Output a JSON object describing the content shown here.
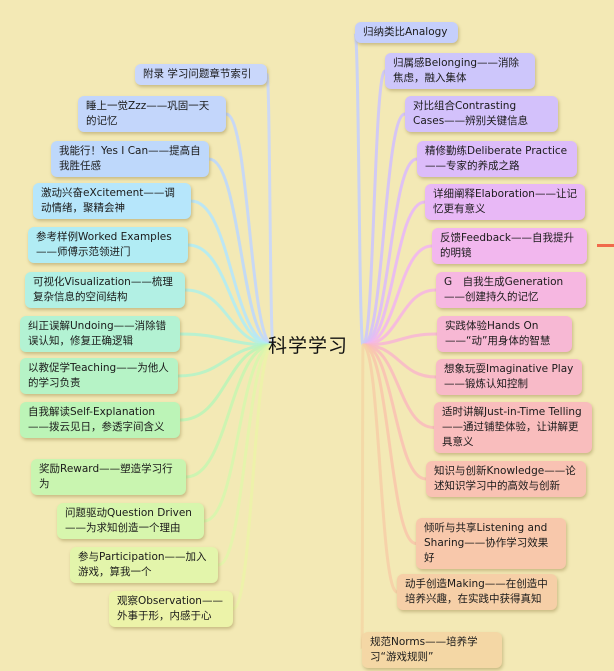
{
  "center": {
    "label": "科学学习"
  },
  "palette": {
    "link": "#b7a8e8",
    "accent_arrow": "#f06a4a"
  },
  "left_branches": [
    {
      "text": "附录 学习问题章节索引",
      "color": "#c9d7fb"
    },
    {
      "text": "睡上一觉Zzz——巩固一天的记忆",
      "color": "#c3d6fb"
    },
    {
      "text": "我能行！Yes I Can——提高自我胜任感",
      "color": "#bed8fb"
    },
    {
      "text": "激动兴奋eXcitement——调动情绪，聚精会神",
      "color": "#b6e6fb"
    },
    {
      "text": "参考样例Worked Examples——师傅示范领进门",
      "color": "#b1ecf4"
    },
    {
      "text": "可视化Visualization——梳理复杂信息的空间结构",
      "color": "#b2f0e4"
    },
    {
      "text": "纠正误解Undoing——消除错误认知，修复正确逻辑",
      "color": "#b3f2d3"
    },
    {
      "text": "以教促学Teaching——为他人的学习负责",
      "color": "#b6f3c6"
    },
    {
      "text": "自我解读Self-Explanation——拨云见日，参透字间含义",
      "color": "#bcf4b7"
    },
    {
      "text": "奖励Reward——塑造学习行为",
      "color": "#c9f5b0"
    },
    {
      "text": "问题驱动Question Driven——为求知创造一个理由",
      "color": "#d7f6ad"
    },
    {
      "text": "参与Participation——加入游戏，算我一个",
      "color": "#e3f5ab"
    },
    {
      "text": "观察Observation——外事于形，内感于心",
      "color": "#ecf3a9"
    }
  ],
  "right_branches": [
    {
      "text": "归纳类比Analogy",
      "color": "#c5cffb"
    },
    {
      "text": "归属感Belonging——消除焦虑，融入集体",
      "color": "#cdc6fb"
    },
    {
      "text": "对比组合Contrasting Cases——辨别关键信息",
      "color": "#d3c1fb"
    },
    {
      "text": "精修勤练Deliberate Practice——专家的养成之路",
      "color": "#dcbcfa"
    },
    {
      "text": "详细阐释Elaboration——让记忆更有意义",
      "color": "#e8b8f6"
    },
    {
      "text": "反馈Feedback——自我提升的明镜",
      "color": "#f2b7ee"
    },
    {
      "text": "G　自我生成Generation——创建持久的记忆",
      "color": "#f6b7e1"
    },
    {
      "text": "实践体验Hands On——“动”用身体的智慧",
      "color": "#f7b8d4"
    },
    {
      "text": "想象玩耍Imaginative Play——锻炼认知控制",
      "color": "#f8bac8"
    },
    {
      "text": "适时讲解Just-in-Time Telling——通过铺垫体验，让讲解更具意义",
      "color": "#f9bdbd"
    },
    {
      "text": "知识与创新Knowledge——论述知识学习中的高效与创新",
      "color": "#f9c2b3"
    },
    {
      "text": "倾听与共享Listening and Sharing——协作学习效果好",
      "color": "#f8c8ab"
    },
    {
      "text": "动手创造Making——在创造中培养兴趣，在实践中获得真知",
      "color": "#f6cfa7"
    },
    {
      "text": "规范Norms——培养学习“游戏规则”",
      "color": "#f4d7a5"
    }
  ]
}
